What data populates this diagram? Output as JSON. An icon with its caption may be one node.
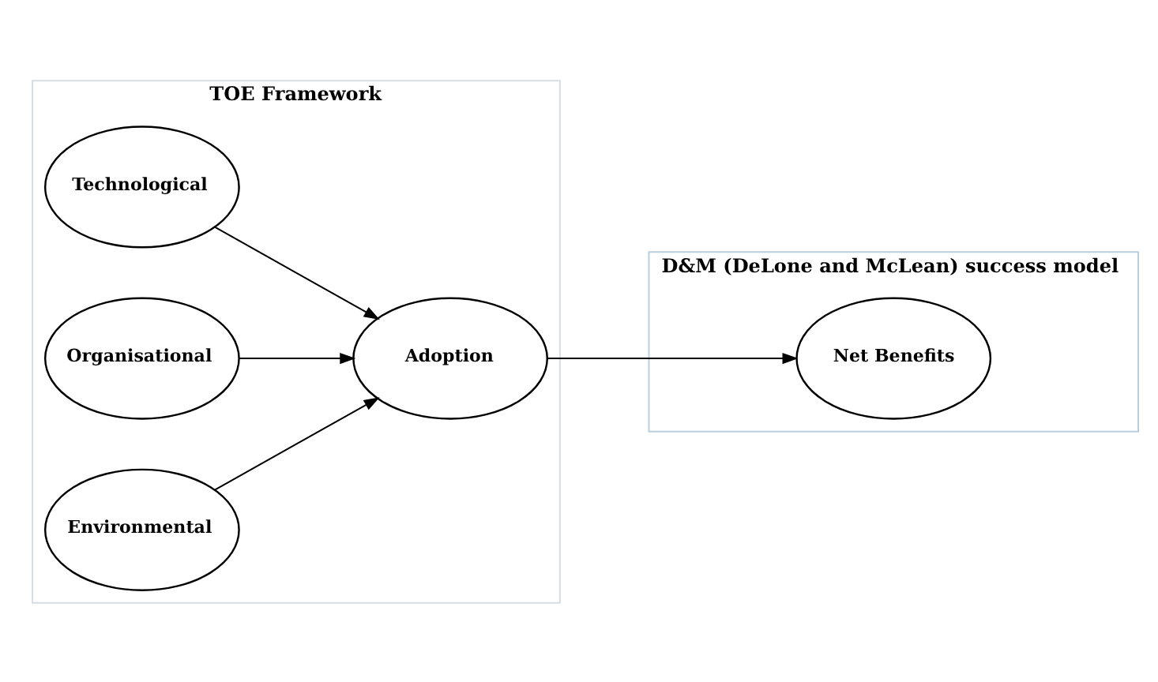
{
  "diagram": {
    "nodes": [
      {
        "text": [
          "TOE Framework"
        ]
      },
      {
        "text": [
          "Technological"
        ],
        "in": 0
      },
      {
        "text": [
          "Organisational"
        ],
        "in": 0
      },
      {
        "text": [
          "Environmental"
        ],
        "in": 0
      },
      {
        "text": [
          "Adoption"
        ],
        "in": 0
      },
      {
        "text": [
          "D&M (DeLone and McLean) success model"
        ]
      },
      {
        "text": [
          "Net Benefits"
        ],
        "in": 5
      }
    ],
    "edges": [
      {
        "from": 1,
        "to": 4,
        "arrow": "to"
      },
      {
        "from": 2,
        "to": 4,
        "arrow": "to"
      },
      {
        "from": 3,
        "to": 4,
        "arrow": "to"
      },
      {
        "from": 4,
        "to": 6,
        "arrow": "to"
      }
    ]
  }
}
